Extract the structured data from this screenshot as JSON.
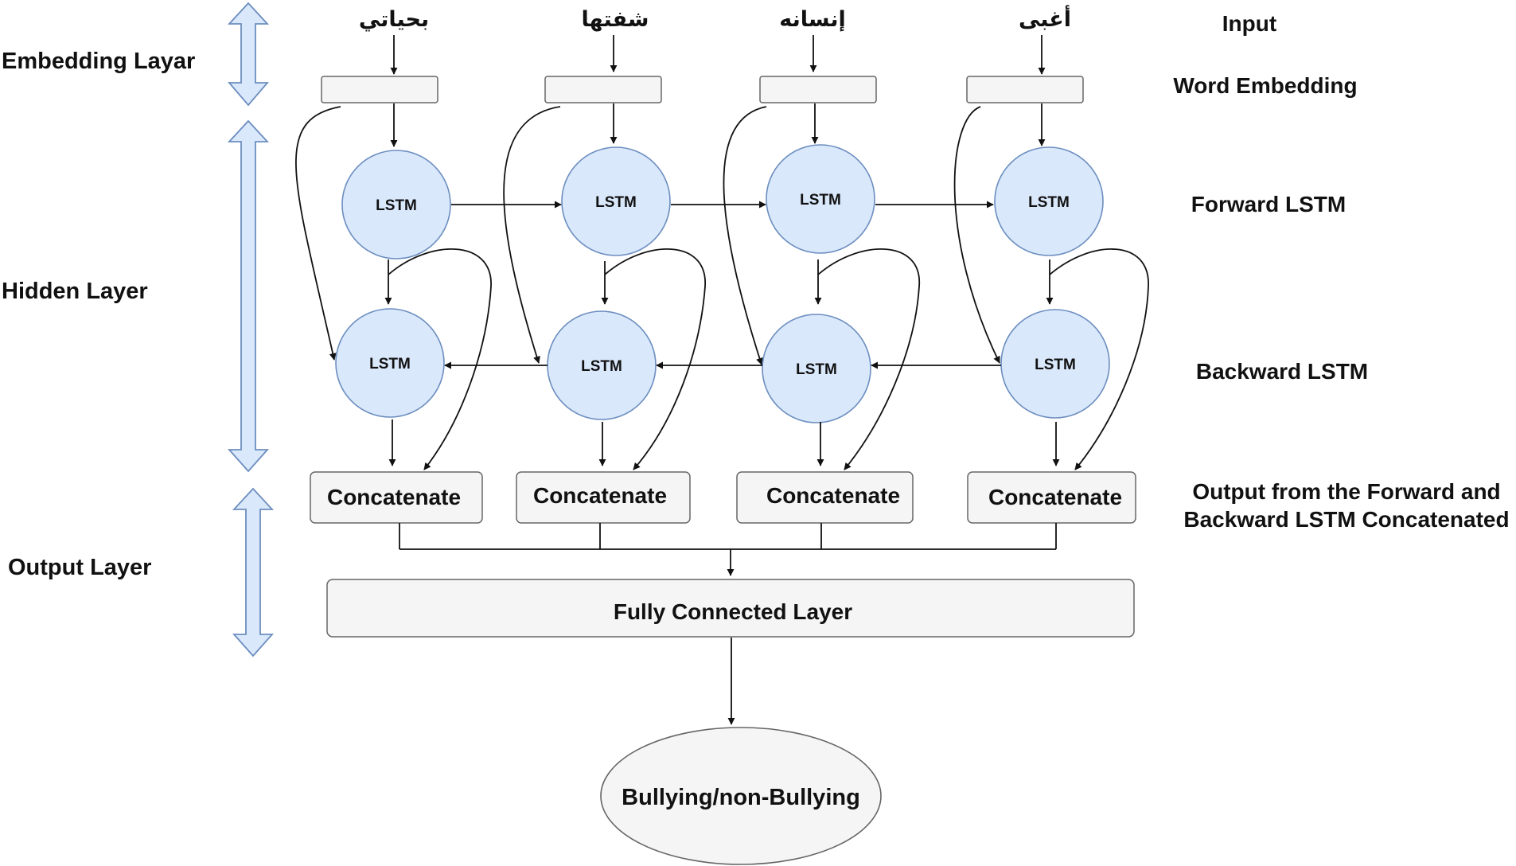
{
  "side_labels": {
    "embedding": "Embedding Layar",
    "hidden": "Hidden Layer",
    "output": "Output Layer"
  },
  "right_labels": {
    "input": "Input",
    "word_embedding": "Word Embedding",
    "forward": "Forward LSTM",
    "backward": "Backward LSTM",
    "concat_line1": "Output from the Forward and",
    "concat_line2": "Backward LSTM Concatenated"
  },
  "input_words": [
    "بحياتي",
    "شفتها",
    "إنسانه",
    "أغبى"
  ],
  "lstm_label": "LSTM",
  "concat_label": "Concatenate",
  "fully_connected": "Fully Connected Layer",
  "output_node": "Bullying/non-Bullying",
  "colors": {
    "lstm_fill": "#dae8fc",
    "lstm_stroke": "#6c8ebf",
    "box_fill": "#f5f5f5",
    "box_stroke": "#666666"
  }
}
